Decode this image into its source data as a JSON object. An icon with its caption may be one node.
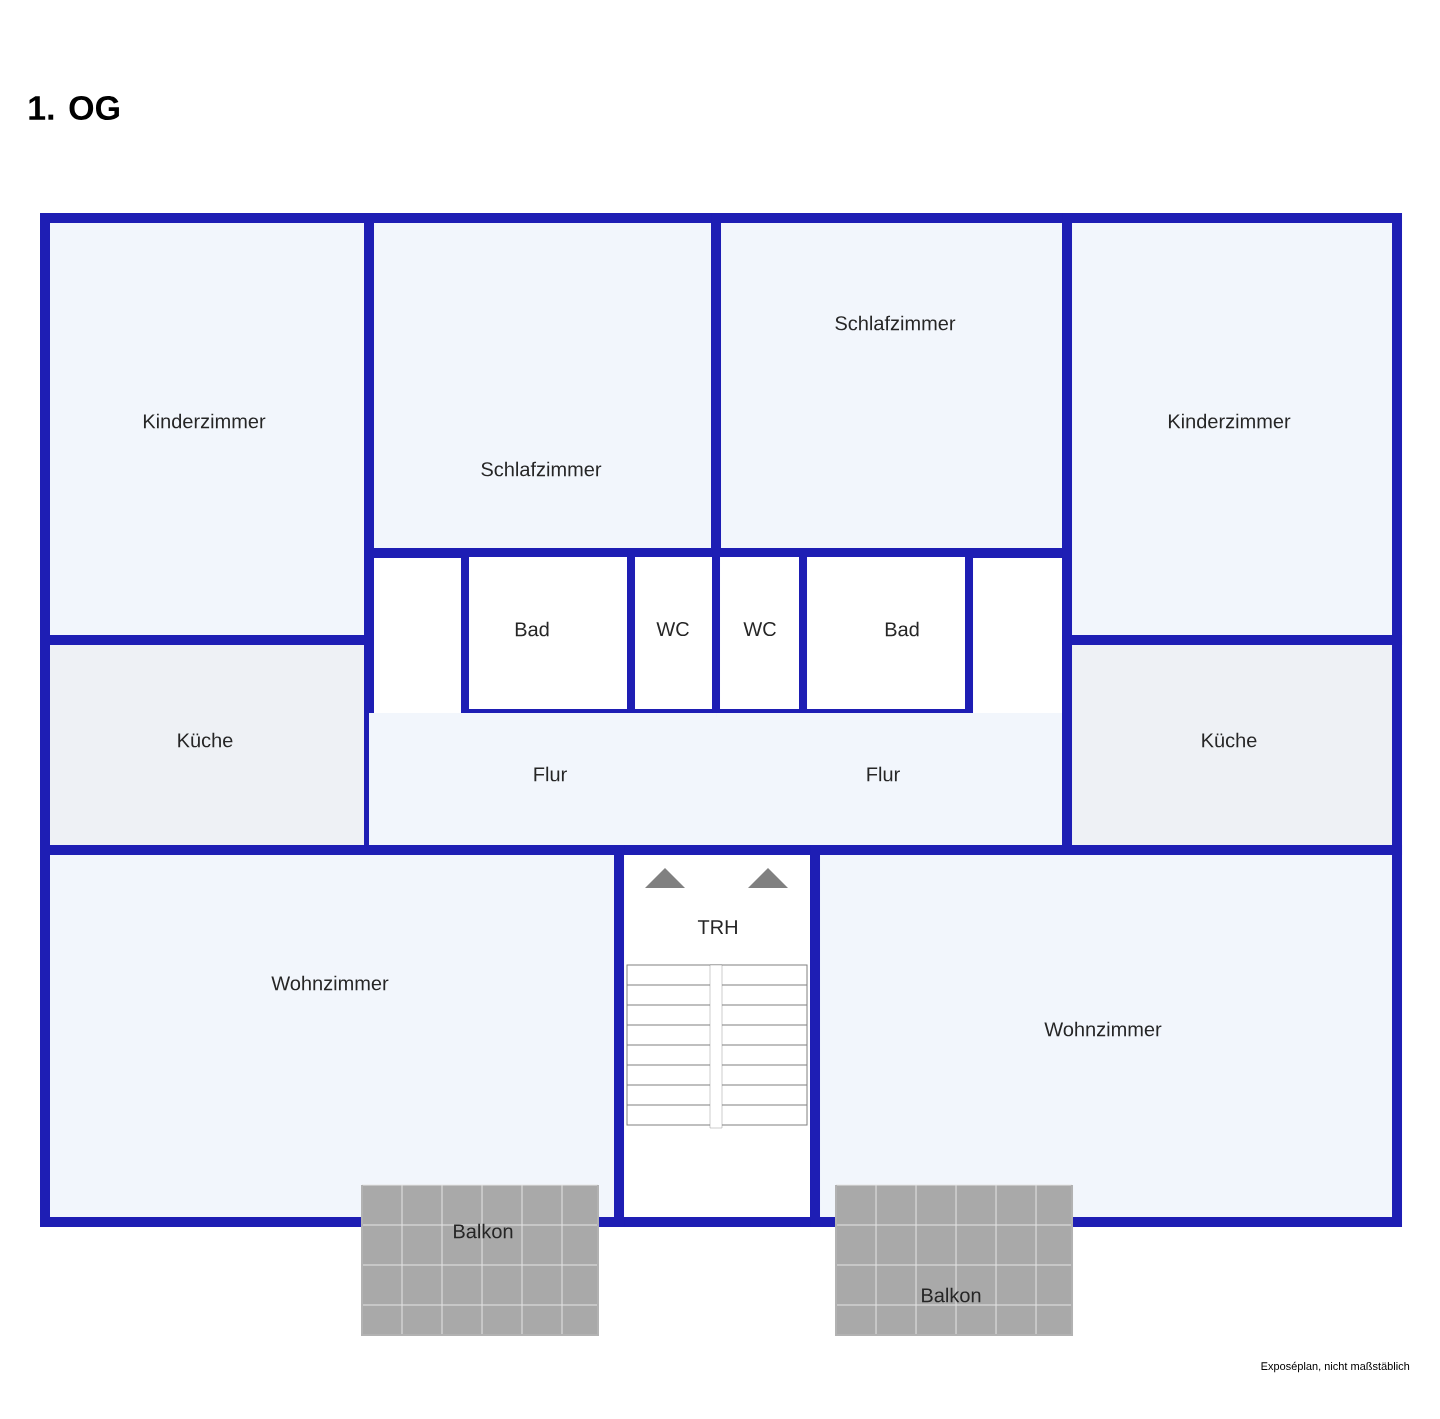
{
  "diagram": {
    "title": "1. OG",
    "nodes": [
      {
        "text": [
          "Kinderzimmer"
        ]
      },
      {
        "text": [
          "Schlafzimmer"
        ]
      },
      {
        "text": [
          "Schlafzimmer"
        ]
      },
      {
        "text": [
          "Kinderzimmer"
        ]
      },
      {
        "text": [
          "Bad"
        ]
      },
      {
        "text": [
          "WC"
        ]
      },
      {
        "text": [
          "WC"
        ]
      },
      {
        "text": [
          "Bad"
        ]
      },
      {
        "text": [
          "Küche"
        ]
      },
      {
        "text": [
          "Flur"
        ]
      },
      {
        "text": [
          "Flur"
        ]
      },
      {
        "text": [
          "Küche"
        ]
      },
      {
        "text": [
          "TRH"
        ]
      },
      {
        "text": [
          "Wohnzimmer"
        ]
      },
      {
        "text": [
          "Wohnzimmer"
        ]
      },
      {
        "text": [
          "Balkon"
        ]
      },
      {
        "text": [
          "Balkon"
        ]
      }
    ],
    "labels": [
      "Exposéplan, nicht maßstäblich"
    ]
  }
}
